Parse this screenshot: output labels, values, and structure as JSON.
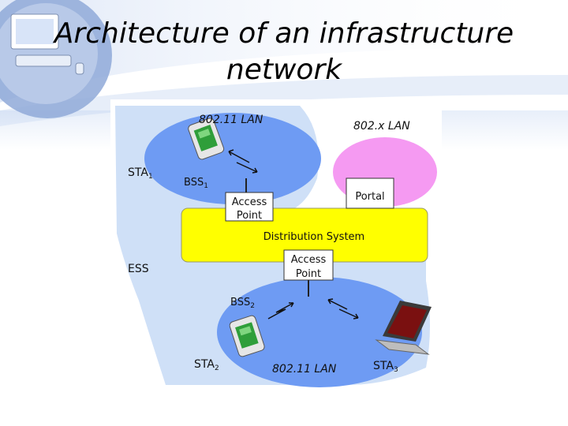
{
  "slide": {
    "title_line1": "Architecture of an infrastructure",
    "title_line2": "network"
  },
  "diagram": {
    "lan_top": "802.11 LAN",
    "lan_right": "802.x LAN",
    "sta1": "STA",
    "sta1_sub": "1",
    "bss1": "BSS",
    "bss1_sub": "1",
    "ap_top_line1": "Access",
    "ap_top_line2": "Point",
    "portal": "Portal",
    "distribution_system": "Distribution System",
    "ess": "ESS",
    "ap_bottom_line1": "Access",
    "ap_bottom_line2": "Point",
    "bss2": "BSS",
    "bss2_sub": "2",
    "sta2": "STA",
    "sta2_sub": "2",
    "lan_bottom": "802.11 LAN",
    "sta3": "STA",
    "sta3_sub": "3"
  },
  "colors": {
    "bss_fill": "#6e9bf3",
    "ess_fill": "#cfe0f7",
    "distribution_fill": "#ffff00",
    "lan_x_fill": "#f59af2"
  }
}
